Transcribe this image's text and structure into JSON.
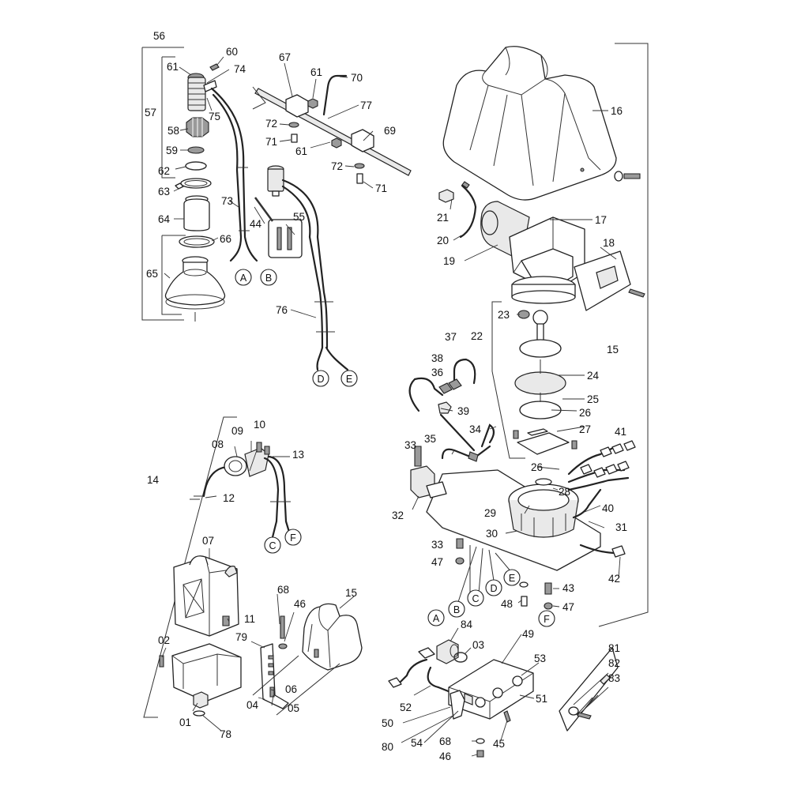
{
  "part_numbers": [
    "56",
    "60",
    "61",
    "74",
    "57",
    "75",
    "58",
    "59",
    "62",
    "63",
    "64",
    "66",
    "65",
    "67",
    "61",
    "70",
    "77",
    "72",
    "71",
    "61",
    "69",
    "72",
    "71",
    "73",
    "55",
    "44",
    "76",
    "16",
    "21",
    "17",
    "20",
    "18",
    "19",
    "23",
    "22",
    "15",
    "37",
    "38",
    "36",
    "24",
    "25",
    "39",
    "26",
    "34",
    "27",
    "41",
    "33",
    "35",
    "26",
    "28",
    "32",
    "29",
    "40",
    "30",
    "31",
    "33",
    "47",
    "42",
    "43",
    "48",
    "47",
    "09",
    "10",
    "08",
    "13",
    "14",
    "12",
    "07",
    "68",
    "46",
    "15",
    "11",
    "02",
    "79",
    "06",
    "04",
    "05",
    "01",
    "78",
    "84",
    "49",
    "03",
    "53",
    "52",
    "51",
    "50",
    "54",
    "45",
    "80",
    "68",
    "46",
    "81",
    "82",
    "83"
  ],
  "connectors": [
    "A",
    "B",
    "D",
    "E",
    "C",
    "F",
    "A",
    "B",
    "C",
    "D",
    "E",
    "F"
  ]
}
